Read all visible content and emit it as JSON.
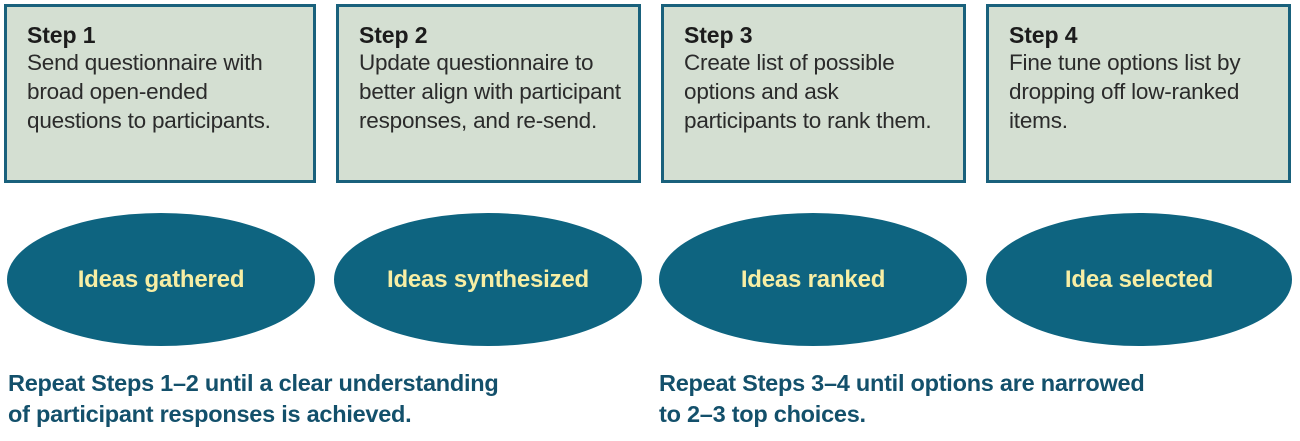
{
  "colors": {
    "box_fill": "#d4dfd2",
    "box_border": "#19617c",
    "ellipse_fill": "#0e6480",
    "ellipse_text": "#f7eea4",
    "caption_text": "#13506b",
    "background": "#ffffff"
  },
  "steps": [
    {
      "title": "Step 1",
      "description": "Send questionnaire with broad open-ended questions to participants."
    },
    {
      "title": "Step 2",
      "description": "Update questionnaire to better align with participant responses, and re-send."
    },
    {
      "title": "Step 3",
      "description": "Create list of possible options and ask participants to rank them."
    },
    {
      "title": "Step 4",
      "description": "Fine tune options list by dropping off low-ranked items."
    }
  ],
  "outcomes": [
    {
      "label": "Ideas gathered"
    },
    {
      "label": "Ideas synthesized"
    },
    {
      "label": "Ideas ranked"
    },
    {
      "label": "Idea selected"
    }
  ],
  "captions": [
    {
      "line1": "Repeat Steps 1–2 until a clear understanding",
      "line2": "of participant responses is achieved."
    },
    {
      "line1": "Repeat Steps 3–4 until options are narrowed",
      "line2": "to 2–3 top choices."
    }
  ]
}
